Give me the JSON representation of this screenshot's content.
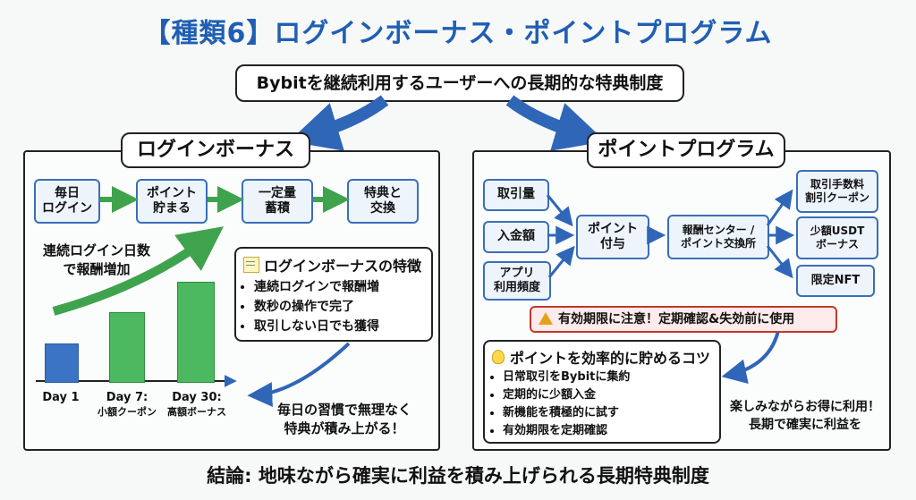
{
  "title": "【種類6】ログインボーナス・ポイントプログラム",
  "subtitle": "Bybitを継続利用するユーザーへの長期的な特典制度",
  "login_bonus": {
    "heading": "ログインボーナス",
    "flow": [
      "毎日\nログイン",
      "ポイント\n貯まる",
      "一定量\n蓄積",
      "特典と\n交換"
    ],
    "growth_label": "連続ログイン日数\nで報酬増加",
    "features_title": "ログインボーナスの特徴",
    "features": [
      "連続ログインで報酬増",
      "数秒の操作で完了",
      "取引しない日でも獲得"
    ],
    "days": [
      {
        "label": "Day 1",
        "sub": "",
        "level": 1
      },
      {
        "label": "Day 7:",
        "sub": "小額クーポン",
        "level": 2
      },
      {
        "label": "Day 30:",
        "sub": "高額ボーナス",
        "level": 3
      }
    ],
    "habit_text": "毎日の習慣で無理なく\n特典が積み上がる！"
  },
  "point_program": {
    "heading": "ポイントプログラム",
    "inputs": [
      "取引量",
      "入金額",
      "アプリ\n利用頻度"
    ],
    "grant": "ポイント\n付与",
    "center": "報酬センター /\nポイント交換所",
    "rewards": [
      "取引手数料\n割引クーポン",
      "少額USDT\nボーナス",
      "限定NFT"
    ],
    "warning": "有効期限に注意！定期確認&失効前に使用",
    "tips_title": "ポイントを効率的に貯めるコツ",
    "tips": [
      "日常取引をBybitに集約",
      "定期的に少額入金",
      "新機能を積極的に試す",
      "有効期限を定期確認"
    ],
    "enjoy_text": "楽しみながらお得に利用！\n長期で確実に利益を"
  },
  "conclusion": "結論: 地味ながら確実に利益を積み上げられる長期特典制度",
  "colors": {
    "title": "#1f5fb3",
    "box_border": "#3a6fb8",
    "arrow_green": "#3fa34d",
    "bar_blue": "#3b74c4",
    "bar_green": "#4cb860",
    "arrow_blue": "#2f66b8",
    "warning": "#c0392b"
  }
}
